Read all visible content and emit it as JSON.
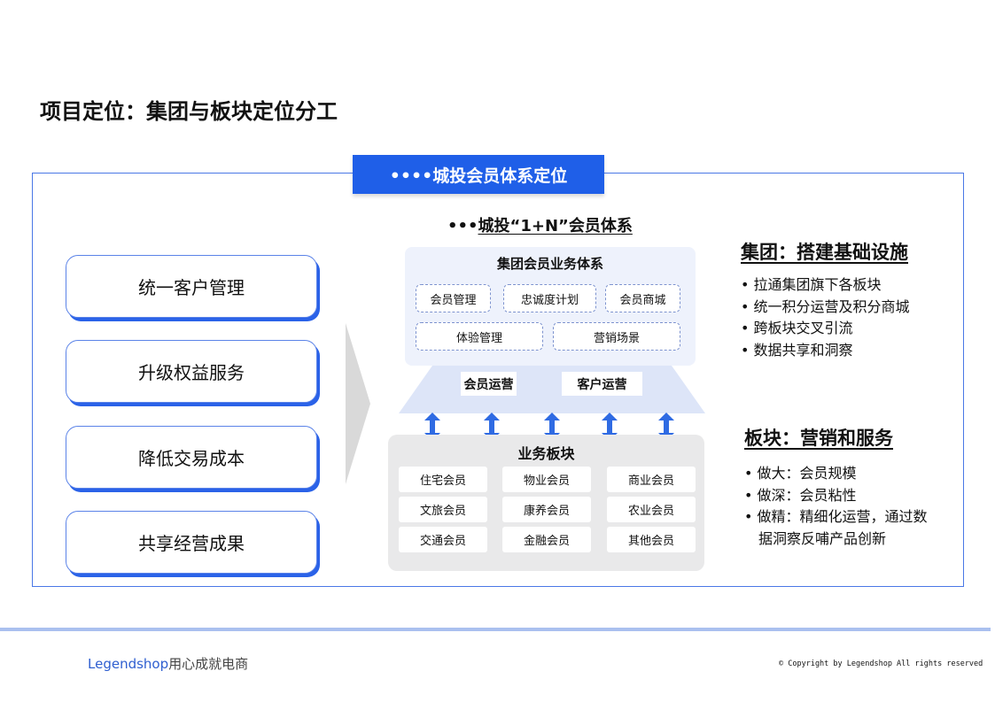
{
  "title": "项目定位：集团与板块定位分工",
  "header_tab": "••••城投会员体系定位",
  "left_items": [
    "统一客户管理",
    "升级权益服务",
    "降低交易成本",
    "共享经营成果"
  ],
  "system_title_dots": "•••",
  "system_title": "城投“1+N”会员体系",
  "group_box": {
    "title": "集团会员业务体系",
    "items": [
      "会员管理",
      "忠诚度计划",
      "会员商城",
      "体验管理",
      "营销场景"
    ]
  },
  "operations": [
    "会员运营",
    "客户运营"
  ],
  "business_box": {
    "title": "业务板块",
    "cells": [
      "住宅会员",
      "物业会员",
      "商业会员",
      "文旅会员",
      "康养会员",
      "农业会员",
      "交通会员",
      "金融会员",
      "其他会员"
    ]
  },
  "group_section": {
    "heading": "集团：搭建基础设施",
    "bullets": [
      "拉通集团旗下各板块",
      "统一积分运营及积分商城",
      "跨板块交叉引流",
      "数据共享和洞察"
    ]
  },
  "segment_section": {
    "heading": "板块：营销和服务",
    "bullets": [
      "做大：会员规模",
      "做深：会员粘性",
      "做精：精细化运营，通过数据洞察反哺产品创新"
    ]
  },
  "footer": {
    "brand": "Legendshop",
    "slogan": "用心成就电商",
    "copyright": "© Copyright by Legendshop All rights reserved"
  },
  "colors": {
    "accent": "#1f5fe8",
    "frame": "#4a78e6",
    "footer_line": "#aac0ef"
  }
}
